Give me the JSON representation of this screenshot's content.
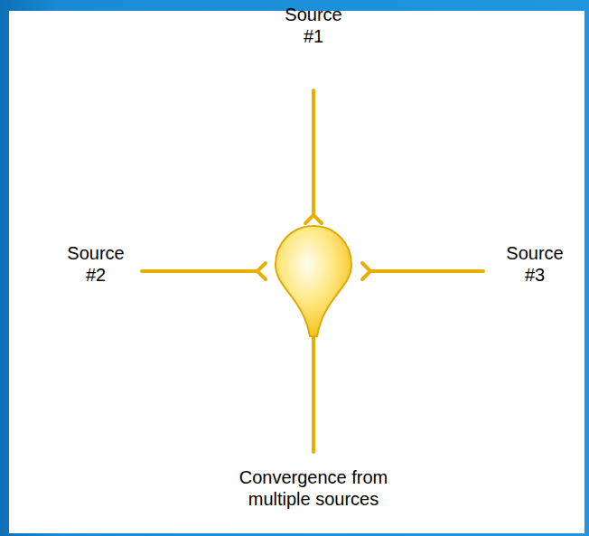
{
  "diagram": {
    "caption": "Convergence from multiple sources",
    "labels": [
      "Source #1",
      "Source #2",
      "Source #3"
    ]
  }
}
